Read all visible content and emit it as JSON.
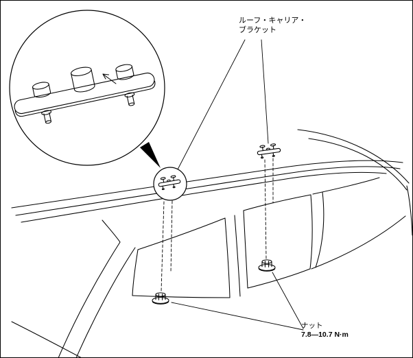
{
  "labels": {
    "bracket_line1": "ルーフ・キャリア・",
    "bracket_line2": "ブラケット",
    "nut": "ナット",
    "torque": "7.8—10.7 N·m"
  },
  "colors": {
    "line": "#000000",
    "background": "#ffffff"
  }
}
